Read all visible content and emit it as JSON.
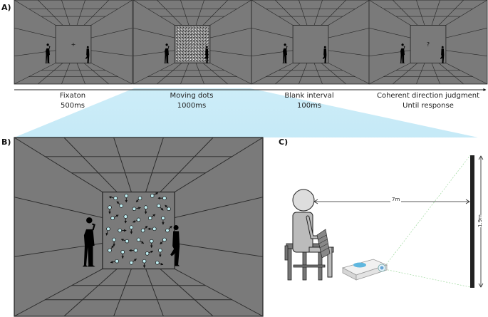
{
  "panels": {
    "a": "A)",
    "b": "B)",
    "c": "C)"
  },
  "stages": [
    {
      "name": "Fixaton",
      "duration": "500ms",
      "center_symbol": "+"
    },
    {
      "name": "Moving dots",
      "duration": "1000ms",
      "center_symbol": ""
    },
    {
      "name": "Blank interval",
      "duration": "100ms",
      "center_symbol": ""
    },
    {
      "name": "Coherent direction judgment",
      "duration": "Until response",
      "center_symbol": "?"
    }
  ],
  "setup": {
    "distance": "7m",
    "screen_height": "1.9m"
  },
  "colors": {
    "room_gray": "#7a7a7a",
    "line": "#2a2a2a",
    "highlight": "#cdeef8",
    "dot_fill": "#bfeef2"
  }
}
